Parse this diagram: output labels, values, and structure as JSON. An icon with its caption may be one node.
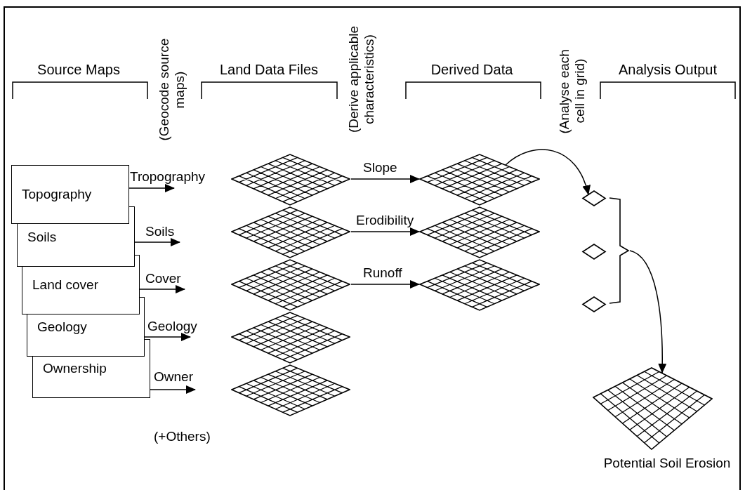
{
  "diagram": {
    "nodes": [
      {
        "text": [
          "Topography"
        ]
      },
      {
        "text": [
          "Soils"
        ]
      },
      {
        "text": [
          "Land cover"
        ]
      },
      {
        "text": [
          "Geology"
        ]
      },
      {
        "text": [
          "Ownership"
        ]
      },
      {
        "text": [],
        "shape": "grid"
      },
      {
        "text": [],
        "shape": "grid"
      },
      {
        "text": [],
        "shape": "grid"
      },
      {
        "text": [],
        "shape": "grid"
      },
      {
        "text": [],
        "shape": "grid"
      },
      {
        "text": [],
        "shape": "grid"
      },
      {
        "text": [],
        "shape": "grid"
      },
      {
        "text": [],
        "shape": "grid"
      },
      {
        "text": [],
        "shape": "diamond"
      },
      {
        "text": [],
        "shape": "diamond"
      },
      {
        "text": [],
        "shape": "diamond"
      },
      {
        "text": [],
        "shape": "bracket"
      },
      {
        "text": [],
        "shape": "grid",
        "beside": [
          "Potential Soil Erosion"
        ]
      }
    ],
    "edges": [
      {
        "from": 0,
        "to": null,
        "arrow": "to",
        "label": "Tropography"
      },
      {
        "from": 1,
        "to": null,
        "arrow": "to",
        "label": "Soils"
      },
      {
        "from": 2,
        "to": null,
        "arrow": "to",
        "label": "Cover"
      },
      {
        "from": 3,
        "to": null,
        "arrow": "to",
        "label": "Geology"
      },
      {
        "from": 4,
        "to": null,
        "arrow": "to",
        "label": "Owner"
      },
      {
        "from": 5,
        "to": 10,
        "arrow": "to",
        "label": "Slope"
      },
      {
        "from": 6,
        "to": 11,
        "arrow": "to",
        "label": "Erodibility"
      },
      {
        "from": 7,
        "to": 12,
        "arrow": "to",
        "label": "Runoff"
      },
      {
        "from": 10,
        "to": 13,
        "arrow": "to"
      },
      {
        "from": 16,
        "to": 17,
        "arrow": "to"
      }
    ],
    "labels": [
      "Source Maps",
      "(Geocode source maps)",
      "Land Data Files",
      "(Derive applicable characteristics)",
      "Derived Data",
      "(Analyse each cell in grid)",
      "Analysis Output",
      "(+Others)"
    ]
  }
}
